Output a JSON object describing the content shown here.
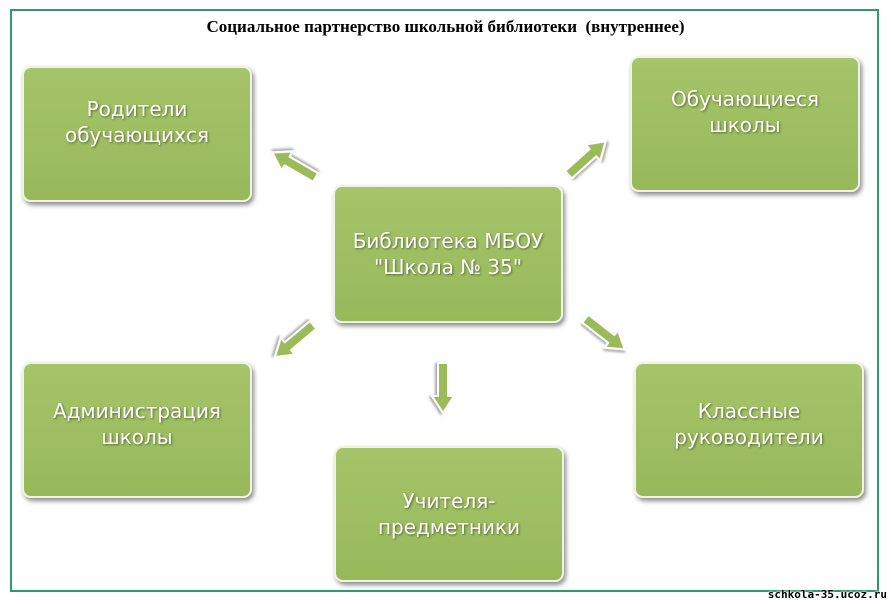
{
  "title": "Социальное партнерство школьной библиотеки  (внутреннее)",
  "center": {
    "line1": "Библиотека МБОУ",
    "line2": "\"Школа № 35\""
  },
  "nodes": {
    "parents": {
      "line1": "Родители",
      "line2": "обучающихся"
    },
    "students": {
      "line1": "Обучающиеся",
      "line2": "школы"
    },
    "admin": {
      "line1": "Администрация",
      "line2": "школы"
    },
    "teachers": {
      "line1": "Учителя-",
      "line2": "предметники"
    },
    "classroom": {
      "line1": "Классные",
      "line2": "руководители"
    }
  },
  "colors": {
    "node_fill": "#9bbb59",
    "arrow_fill": "#9bbb59",
    "frame_border": "#2f9a6e"
  },
  "watermark": "schkola-35.ucoz.ru"
}
